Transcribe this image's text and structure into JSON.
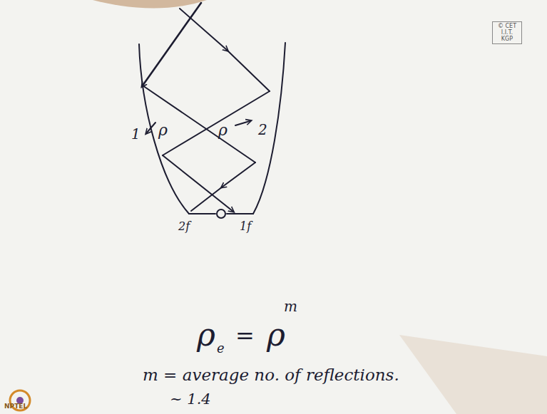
{
  "diagram": {
    "labels": [
      "1",
      "ρ",
      "ρ",
      "2",
      "2f",
      "1f",
      "ρ",
      "e",
      "=",
      "ρ",
      "m",
      "m = average no. of reflections.",
      "~ 1.4",
      "© CET I.I.T. KGP",
      "NPTEL"
    ]
  }
}
